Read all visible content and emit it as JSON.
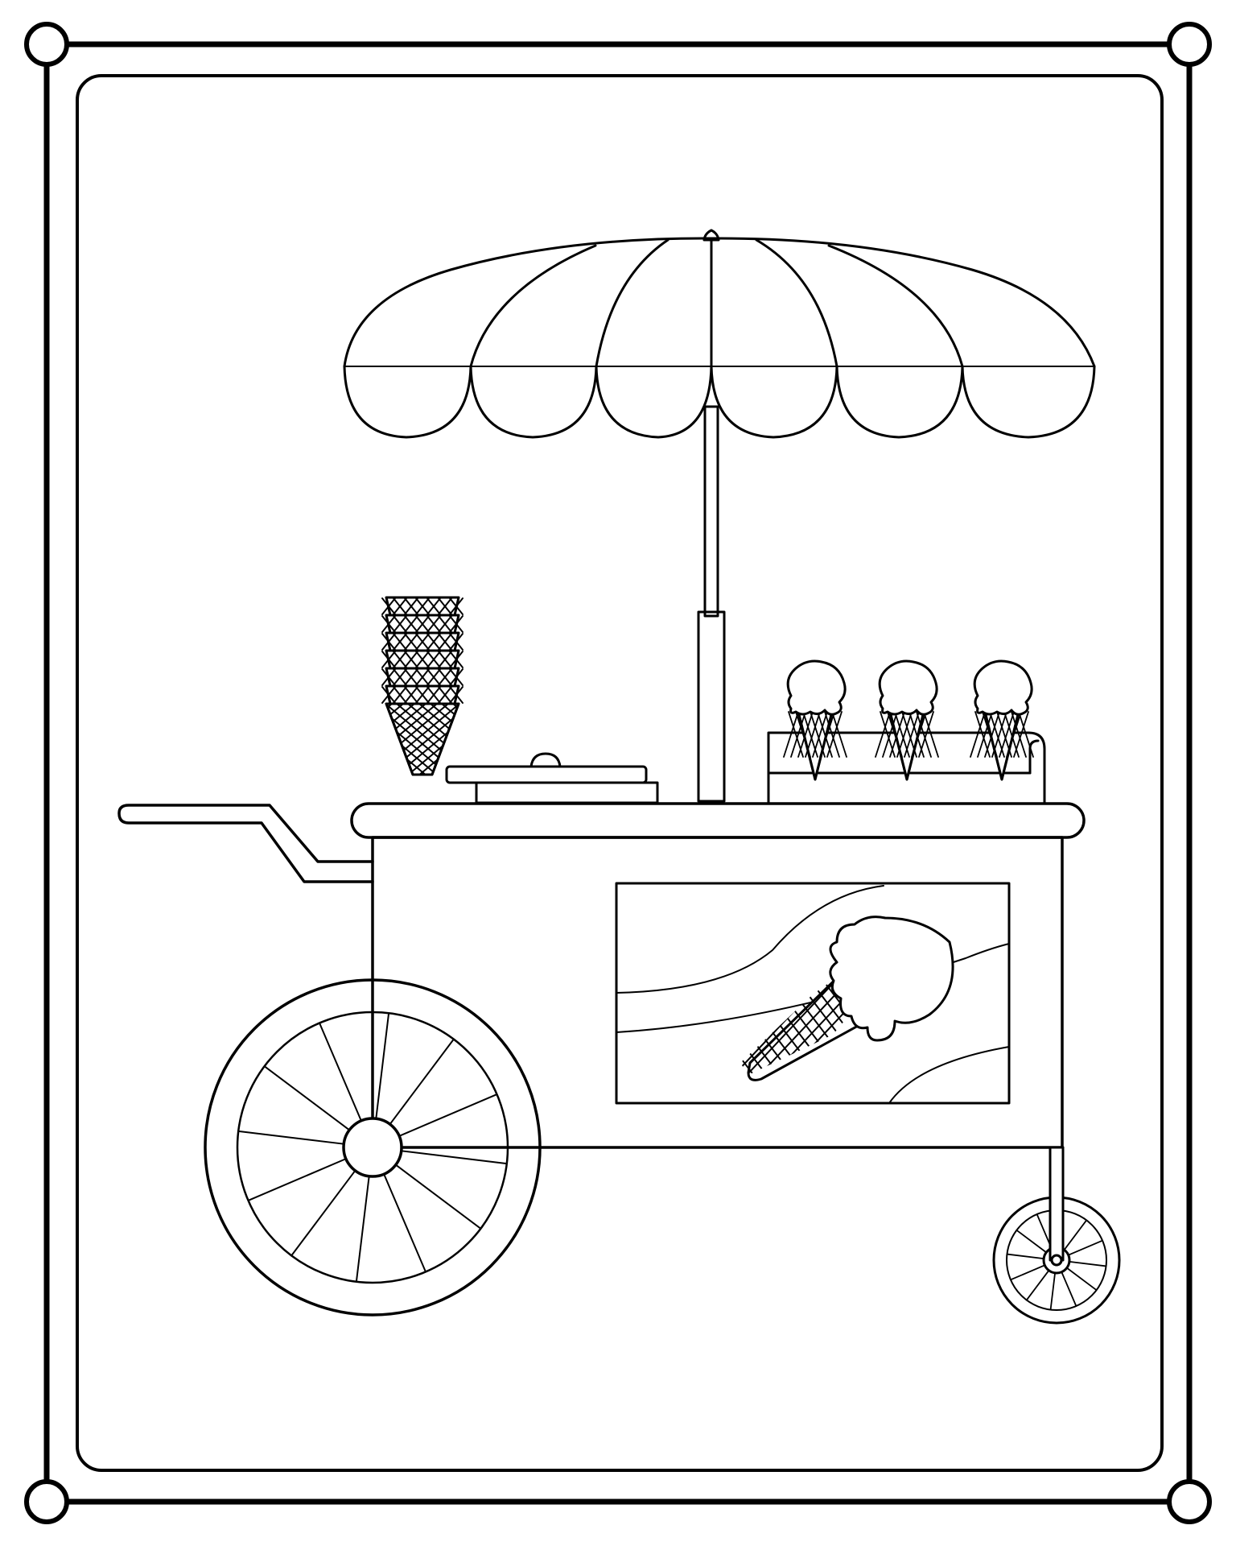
{
  "colors": {
    "ink": "#000000",
    "paper": "#ffffff"
  },
  "counts": {
    "stacked_cones": 7,
    "displayed_ice_creams": 3,
    "big_wheel_spokes": 12,
    "small_wheel_spokes": 12,
    "canopy_scallops": 6
  },
  "icons": {
    "corner": "circle",
    "subject": "ice-cream-cart"
  }
}
